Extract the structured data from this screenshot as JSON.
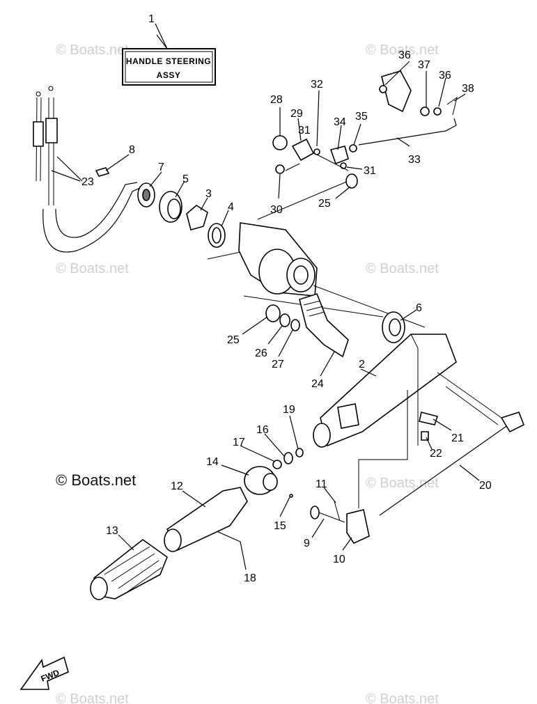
{
  "diagram": {
    "title_box": {
      "line1": "HANDLE STEERING",
      "line2": "ASSY"
    },
    "fwd_label": "FWD",
    "watermark_main": "© Boats.net",
    "watermark_faint": "© Boats.net",
    "callouts": [
      {
        "id": "1",
        "text": "1"
      },
      {
        "id": "2",
        "text": "2"
      },
      {
        "id": "3",
        "text": "3"
      },
      {
        "id": "4",
        "text": "4"
      },
      {
        "id": "5",
        "text": "5"
      },
      {
        "id": "6",
        "text": "6"
      },
      {
        "id": "7",
        "text": "7"
      },
      {
        "id": "8",
        "text": "8"
      },
      {
        "id": "9",
        "text": "9"
      },
      {
        "id": "10",
        "text": "10"
      },
      {
        "id": "11",
        "text": "11"
      },
      {
        "id": "12",
        "text": "12"
      },
      {
        "id": "13",
        "text": "13"
      },
      {
        "id": "14",
        "text": "14"
      },
      {
        "id": "15",
        "text": "15"
      },
      {
        "id": "16",
        "text": "16"
      },
      {
        "id": "17",
        "text": "17"
      },
      {
        "id": "18",
        "text": "18"
      },
      {
        "id": "19",
        "text": "19"
      },
      {
        "id": "20",
        "text": "20"
      },
      {
        "id": "21",
        "text": "21"
      },
      {
        "id": "22",
        "text": "22"
      },
      {
        "id": "23",
        "text": "23"
      },
      {
        "id": "24",
        "text": "24"
      },
      {
        "id": "25a",
        "text": "25"
      },
      {
        "id": "25b",
        "text": "25"
      },
      {
        "id": "26",
        "text": "26"
      },
      {
        "id": "27",
        "text": "27"
      },
      {
        "id": "28",
        "text": "28"
      },
      {
        "id": "29",
        "text": "29"
      },
      {
        "id": "30",
        "text": "30"
      },
      {
        "id": "31a",
        "text": "31"
      },
      {
        "id": "31b",
        "text": "31"
      },
      {
        "id": "32",
        "text": "32"
      },
      {
        "id": "33",
        "text": "33"
      },
      {
        "id": "34",
        "text": "34"
      },
      {
        "id": "35",
        "text": "35"
      },
      {
        "id": "36a",
        "text": "36"
      },
      {
        "id": "36b",
        "text": "36"
      },
      {
        "id": "37",
        "text": "37"
      },
      {
        "id": "38",
        "text": "38"
      }
    ]
  }
}
